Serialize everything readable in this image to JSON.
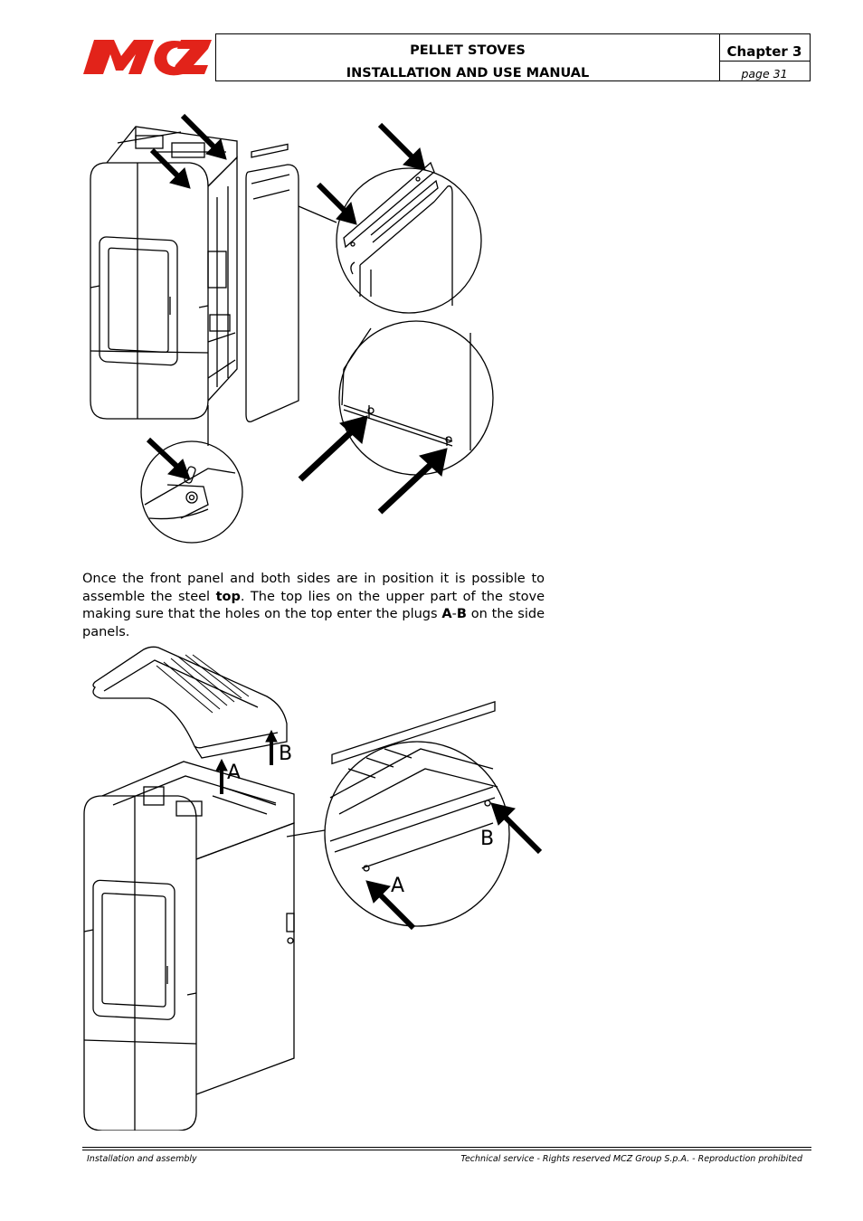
{
  "header": {
    "logo_text": "MCZ",
    "title_line1": "PELLET STOVES",
    "title_line2": "INSTALLATION AND USE MANUAL",
    "chapter": "Chapter 3",
    "page": "page 31"
  },
  "body": {
    "para_part1": "Once the front panel and both sides are in position it is possible to assemble the steel ",
    "para_bold_top": "top",
    "para_part2": ". The top lies on the upper part of the stove making sure that the holes on the top enter the plugs ",
    "para_bold_a": "A",
    "para_dash": "-",
    "para_bold_b": "B",
    "para_part3": " on the side panels."
  },
  "figure2": {
    "label_a": "A",
    "label_b": "B"
  },
  "footer": {
    "left": "Installation and assembly",
    "right": "Technical service - Rights reserved MCZ Group S.p.A. - Reproduction prohibited"
  },
  "colors": {
    "logo_red": "#e2231a",
    "line": "#000000"
  }
}
